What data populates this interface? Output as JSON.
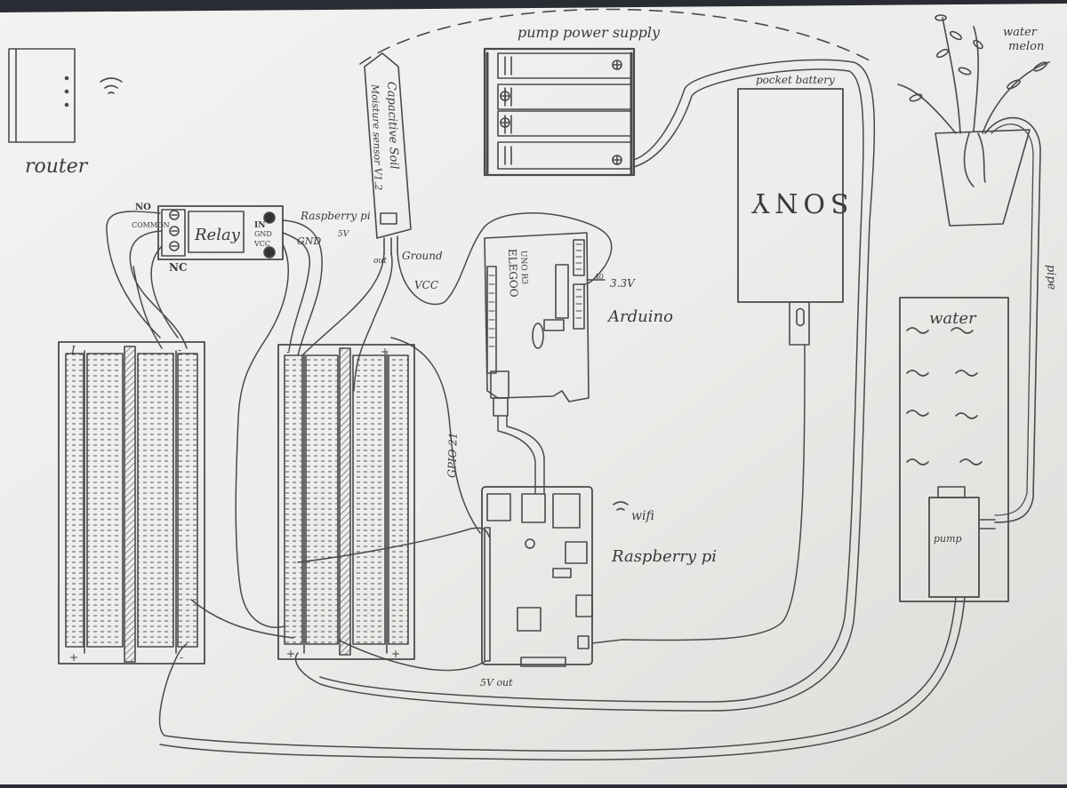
{
  "labels": {
    "router": "router",
    "pump_power_supply": "pump power supply",
    "water_melon_line1": "water",
    "water_melon_line2": "melon",
    "pocket_battery": "pocket battery",
    "sony": "SONY",
    "capacitive_line1": "Capacitive Soil",
    "capacitive_line2": "Moisture sensor V1.2",
    "relay": "Relay",
    "no": "NO",
    "common": "COMMON",
    "nc": "NC",
    "in": "IN",
    "gnd": "GND",
    "vcc": "VCC",
    "raspberry_pi_to_relay": "Raspberry pi",
    "five_v": "5V",
    "gnd_relay": "GND",
    "out": "out",
    "ground": "Ground",
    "vcc_sensor": "VCC",
    "elegoo": "ELEGOO",
    "uno_r3": "UNO R3",
    "a0": "A0",
    "three_v3": "3.3V",
    "arduino": "Arduino",
    "gpio21": "GPIO 21",
    "wifi": "wifi",
    "raspberry_pi": "Raspberry pi",
    "five_v_out": "5V out",
    "water": "water",
    "pump": "pump",
    "pipe": "pipe"
  }
}
